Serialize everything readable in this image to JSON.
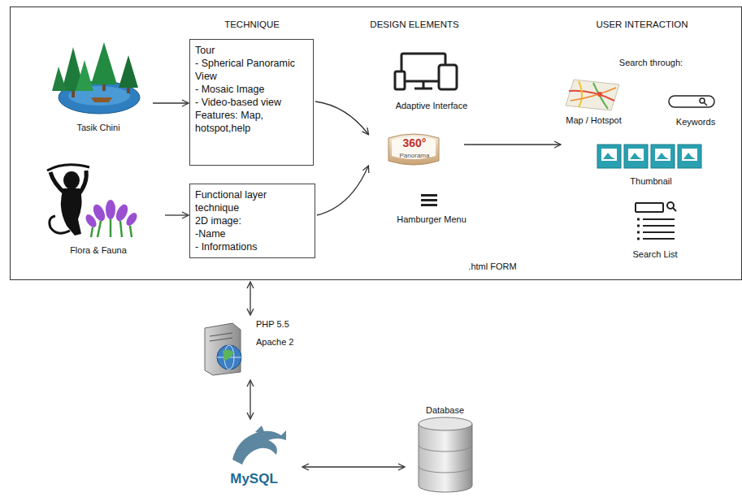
{
  "diagram": {
    "nodes": [
      {
        "text": [
          ".html FORM"
        ]
      },
      {
        "text": [
          "Tasik Chini"
        ],
        "in": 0
      },
      {
        "text": [
          "Flora & Fauna"
        ],
        "in": 0
      },
      {
        "text": [
          "Tour",
          "- Spherical Panoramic View",
          "- Mosaic Image",
          "- Video-based view",
          "Features: Map, hotspot,help"
        ],
        "in": 0
      },
      {
        "text": [
          "Functional layer technique",
          "2D image:",
          "-Name",
          "- Informations"
        ],
        "in": 0
      },
      {
        "text": [
          "Adaptive Interface"
        ],
        "in": 0
      },
      {
        "text": [
          "360°",
          "Panorama"
        ],
        "in": 0
      },
      {
        "text": [
          "Hamburger Menu"
        ],
        "in": 0
      },
      {
        "text": [
          "Search through:"
        ],
        "in": 0
      },
      {
        "text": [
          "Map / Hotspot"
        ],
        "in": 8
      },
      {
        "text": [
          "Keywords"
        ],
        "in": 8
      },
      {
        "text": [
          "Thumbnail"
        ],
        "in": 8
      },
      {
        "text": [
          "Search List"
        ],
        "in": 8
      },
      {
        "text": [
          "PHP 5.5",
          "Apache 2"
        ]
      },
      {
        "text": [
          "MySQL"
        ]
      },
      {
        "text": [
          "Database"
        ]
      }
    ],
    "edges": [
      {
        "from": 1,
        "to": 3,
        "arrow": "to"
      },
      {
        "from": 2,
        "to": 4,
        "arrow": "to"
      },
      {
        "from": 3,
        "to": 6,
        "arrow": "to"
      },
      {
        "from": 4,
        "to": 6,
        "arrow": "to"
      },
      {
        "from": 6,
        "to": 8,
        "arrow": "to"
      },
      {
        "from": 0,
        "to": 13,
        "arrow": "both"
      },
      {
        "from": 13,
        "to": 14,
        "arrow": "both"
      },
      {
        "from": 14,
        "to": 15,
        "arrow": "both"
      }
    ],
    "labels": [
      "TECHNIQUE",
      "DESIGN ELEMENTS",
      "USER INTERACTION"
    ]
  }
}
